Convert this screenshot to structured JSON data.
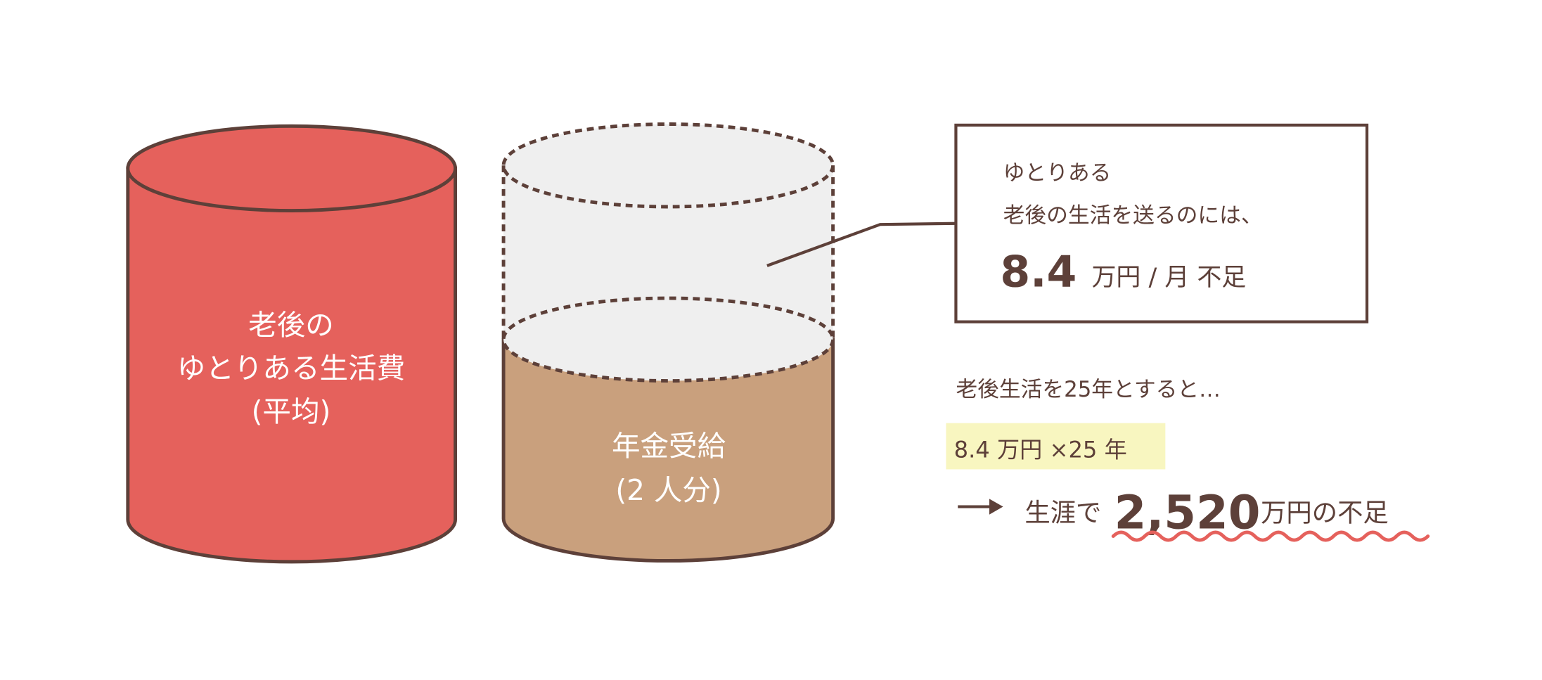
{
  "colors": {
    "living_cost": "#E5615C",
    "pension": "#C9A07D",
    "shortfall": "#EFEFEF",
    "outline": "#5D4039",
    "highlight": "#F8F6C0",
    "underline": "#E5615C"
  },
  "cylinder_living": {
    "lines": [
      "老後の",
      "ゆとりある生活費",
      "(平均)"
    ]
  },
  "cylinder_pension": {
    "lines": [
      "年金受給",
      "(2 人分)"
    ],
    "fill_fraction": 0.5
  },
  "callout": {
    "line1": "ゆとりある",
    "line2": "老後の生活を送るのには、",
    "amount": "8.4",
    "unit": "万円 / 月 不足"
  },
  "calc": {
    "intro": "老後生活を25年とすると…",
    "formula": "8.4 万円 ×25 年",
    "result_prefix": "生涯で",
    "result_amount": "2,520",
    "result_suffix": "万円の不足"
  }
}
